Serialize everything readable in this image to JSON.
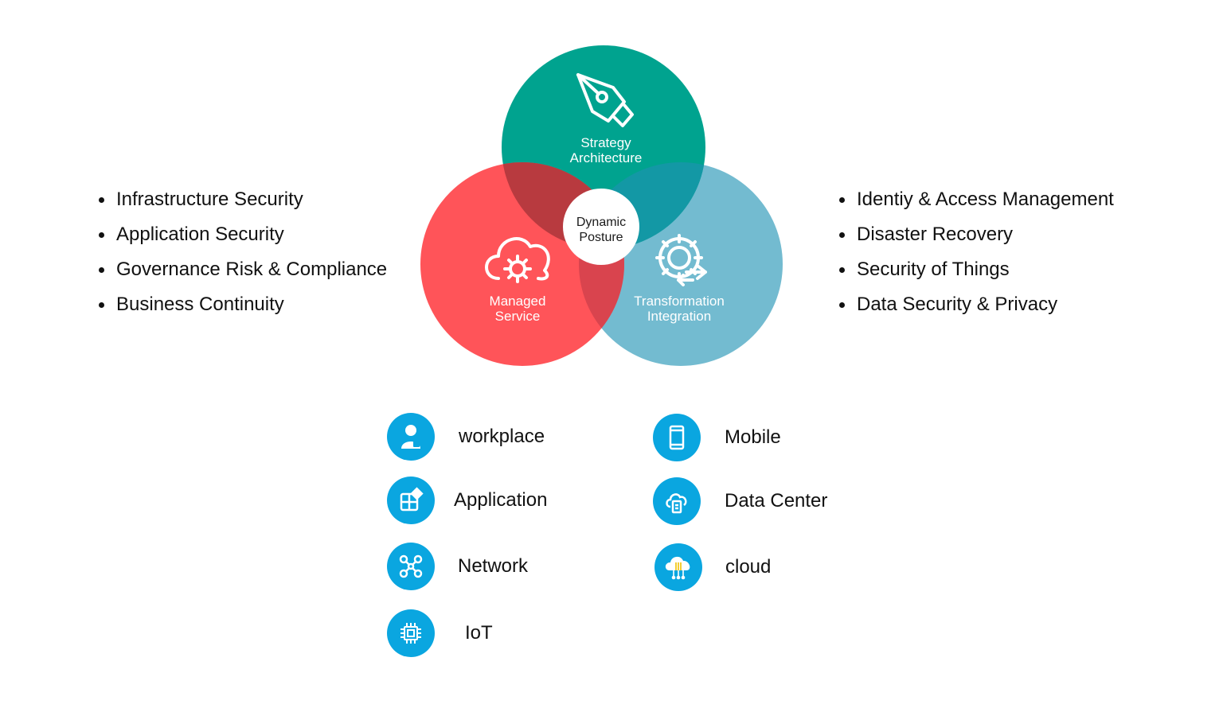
{
  "venn": {
    "circles": [
      {
        "label_line1": "Strategy",
        "label_line2": "Architecture",
        "icon": "pen-nib-icon",
        "color": "#00a08e"
      },
      {
        "label_line1": "Managed",
        "label_line2": "Service",
        "icon": "cloud-gear-icon",
        "color": "#ff5257"
      },
      {
        "label_line1": "Transformation",
        "label_line2": "Integration",
        "icon": "gear-arrows-icon",
        "color": "#6fb8ce"
      }
    ],
    "center": {
      "line1": "Dynamic",
      "line2": "Posture"
    }
  },
  "left_list": [
    "Infrastructure Security",
    "Application Security",
    "Governance Risk & Compliance",
    "Business Continuity"
  ],
  "right_list": [
    "Identiy & Access Management",
    "Disaster Recovery",
    "Security of Things",
    "Data Security & Privacy"
  ],
  "domains": [
    {
      "label": "workplace",
      "icon": "user-icon"
    },
    {
      "label": "Mobile",
      "icon": "mobile-phone-icon"
    },
    {
      "label": "Application",
      "icon": "application-grid-icon"
    },
    {
      "label": "Data Center",
      "icon": "cloud-server-icon"
    },
    {
      "label": "Network",
      "icon": "network-nodes-icon"
    },
    {
      "label": "cloud",
      "icon": "cloud-icon"
    },
    {
      "label": "IoT",
      "icon": "chip-icon"
    }
  ],
  "colors": {
    "accent_icon_bg": "#0aa6e0",
    "strategy": "#00a08e",
    "managed": "#ff5257",
    "transformation": "#6fb8ce"
  }
}
